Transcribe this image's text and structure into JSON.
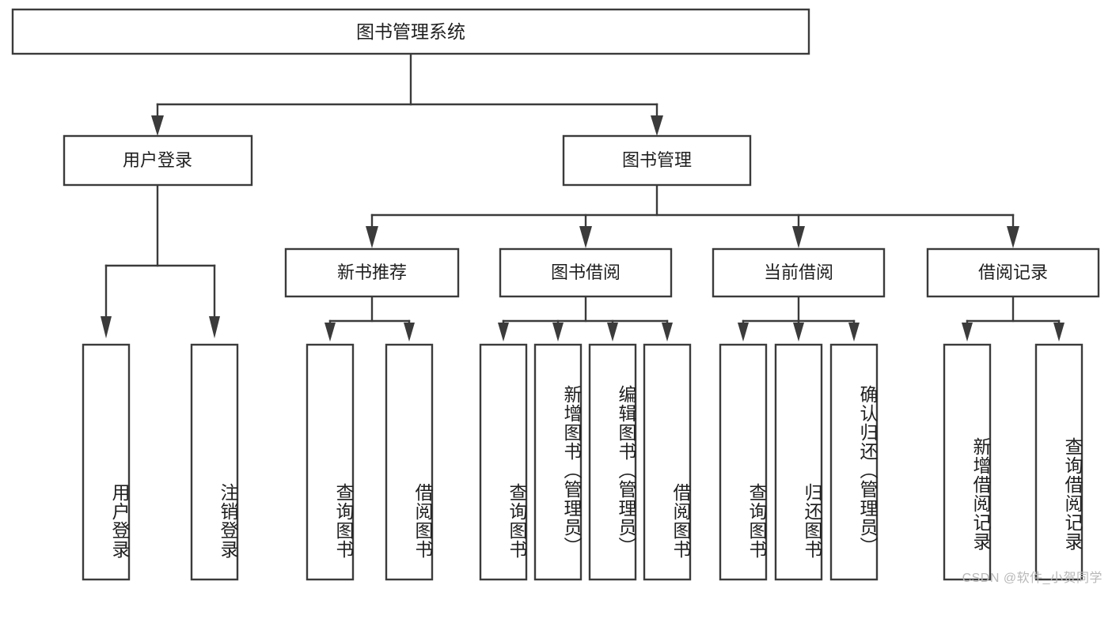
{
  "diagram": {
    "title": "图书管理系统",
    "type": "hierarchy-tree",
    "watermark": "CSDN @软件_小贺同学",
    "colors": {
      "stroke": "#3b3b3b",
      "fill": "#ffffff",
      "text": "#1f1f1f",
      "watermark": "#b8b8b8"
    },
    "root": {
      "label": "图书管理系统"
    },
    "level2": [
      {
        "label": "用户登录"
      },
      {
        "label": "图书管理"
      }
    ],
    "level3": [
      {
        "label": "新书推荐"
      },
      {
        "label": "图书借阅"
      },
      {
        "label": "当前借阅"
      },
      {
        "label": "借阅记录"
      }
    ],
    "leaves": [
      {
        "label": "用户登录",
        "parent": "用户登录"
      },
      {
        "label": "注销登录",
        "parent": "用户登录"
      },
      {
        "label": "查询图书",
        "parent": "新书推荐"
      },
      {
        "label": "借阅图书",
        "parent": "新书推荐"
      },
      {
        "label": "查询图书",
        "parent": "图书借阅"
      },
      {
        "label": "新增图书（管理员）",
        "parent": "图书借阅"
      },
      {
        "label": "编辑图书（管理员）",
        "parent": "图书借阅"
      },
      {
        "label": "借阅图书",
        "parent": "图书借阅"
      },
      {
        "label": "查询图书",
        "parent": "当前借阅"
      },
      {
        "label": "归还图书",
        "parent": "当前借阅"
      },
      {
        "label": "确认归还（管理员）",
        "parent": "当前借阅"
      },
      {
        "label": "新增借阅记录",
        "parent": "借阅记录"
      },
      {
        "label": "查询借阅记录",
        "parent": "借阅记录"
      }
    ]
  }
}
